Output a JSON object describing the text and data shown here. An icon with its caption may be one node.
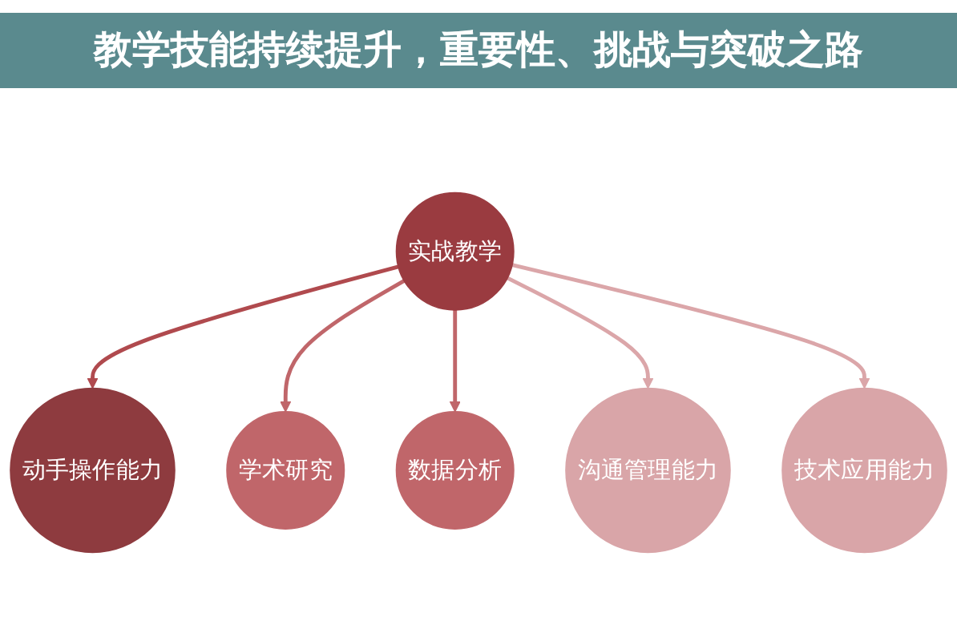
{
  "diagram": {
    "title": "教学技能持续提升，重要性、挑战与突破之路",
    "nodes": [
      {
        "text": [
          "动手操作能力"
        ]
      },
      {
        "text": [
          "学术研究"
        ]
      },
      {
        "text": [
          "数据分析"
        ]
      },
      {
        "text": [
          "实战教学"
        ]
      },
      {
        "text": [
          "沟通管理能力"
        ]
      },
      {
        "text": [
          "技术应用能力"
        ]
      }
    ],
    "edges": [
      {
        "from": 3,
        "to": 0,
        "arrow": "to",
        "color": "#b04a4e"
      },
      {
        "from": 3,
        "to": 1,
        "arrow": "to",
        "color": "#c0666a"
      },
      {
        "from": 3,
        "to": 2,
        "arrow": "to",
        "color": "#c0666a"
      },
      {
        "from": 3,
        "to": 4,
        "arrow": "to",
        "color": "#dba6a9"
      },
      {
        "from": 3,
        "to": 5,
        "arrow": "to",
        "color": "#dba6a9"
      }
    ]
  }
}
